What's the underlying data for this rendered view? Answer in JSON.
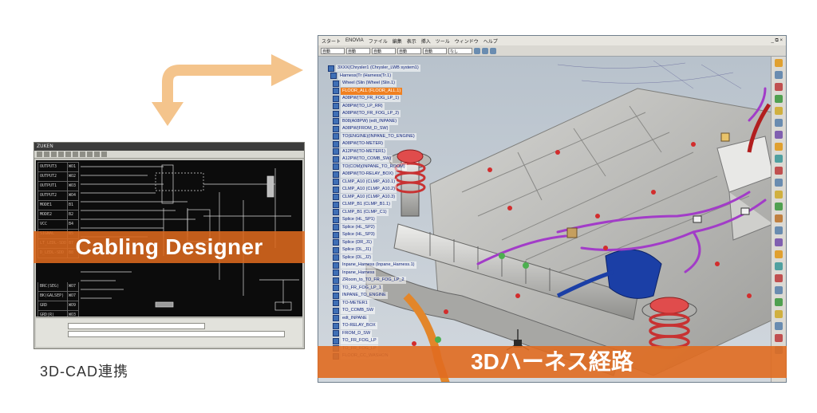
{
  "left_window": {
    "title": "ZUKEN",
    "banner": "Cabling Designer",
    "caption": "3D-CAD連携",
    "connector_rows": [
      {
        "name": "OUTPUT3",
        "pin": "WO1"
      },
      {
        "name": "OUTPUT2",
        "pin": "WO2"
      },
      {
        "name": "OUTPUT1",
        "pin": "WO3"
      },
      {
        "name": "OUTPUT2",
        "pin": "WO4"
      },
      {
        "name": "MODE1",
        "pin": "B1"
      },
      {
        "name": "MODE2",
        "pin": "B2"
      },
      {
        "name": "VCC",
        "pin": "B4"
      },
      {
        "name": "SIGNAL",
        "pin": "B5"
      },
      {
        "name": "LT_LEDL-SDD",
        "pin": "B7"
      },
      {
        "name": "D_LEDL-SDD",
        "pin": "B8"
      },
      {
        "name": "BRC(SEG)",
        "pin": "WO7"
      },
      {
        "name": "BK(GALSEP)",
        "pin": "WO7"
      },
      {
        "name": "GRD",
        "pin": "WO9"
      },
      {
        "name": "GRD(R)",
        "pin": "WO3"
      }
    ]
  },
  "right_window": {
    "banner": "3Dハーネス経路",
    "menu": [
      "スタート",
      "ENOVIA",
      "ファイル",
      "編集",
      "表示",
      "挿入",
      "ツール",
      "ウィンドウ",
      "ヘルプ"
    ],
    "window_controls": "_ ⧉ ×",
    "toolbar_dropdowns": [
      "自動",
      "自動",
      "自動",
      "自動",
      "自動",
      "なし"
    ],
    "tree": [
      {
        "label": "3XXX(Chrysler1 (Chrysler_LWB system1)",
        "highlight": false
      },
      {
        "label": "Harness(Tr (Harness(Tr.1)",
        "highlight": false
      },
      {
        "label": "Wheel (Slin (Wheel (Slin.1)",
        "highlight": false
      },
      {
        "label": "FLOOR_ALL (FLOOR_ALL.1)",
        "highlight": true
      },
      {
        "label": "A08PW(TO_FR_FOG_LP_1)",
        "highlight": false
      },
      {
        "label": "A08PW(TO_LP_RR)",
        "highlight": false
      },
      {
        "label": "A08PW(TO_FR_FOG_LP_2)",
        "highlight": false
      },
      {
        "label": "B08(A08PW) (edt_INPANE)",
        "highlight": false
      },
      {
        "label": "A08PW(FROM_D_SW)",
        "highlight": false
      },
      {
        "label": "TO(ENGINE)(INPANE_TO_ENGINE)",
        "highlight": false
      },
      {
        "label": "A08PW(TO-METER)",
        "highlight": false
      },
      {
        "label": "A12PW(TO-METER1)",
        "highlight": false
      },
      {
        "label": "A12PW(TO_COMB_SW)",
        "highlight": false
      },
      {
        "label": "TO(COM)(INPANE_TO_ROOM)",
        "highlight": false
      },
      {
        "label": "A08PW(TO-RELAY_BOX)",
        "highlight": false
      },
      {
        "label": "CLMP_A10 (CLMP_A10.1)",
        "highlight": false
      },
      {
        "label": "CLMP_A10 (CLMP_A10.2)",
        "highlight": false
      },
      {
        "label": "CLMP_A10 (CLMP_A10.3)",
        "highlight": false
      },
      {
        "label": "CLMP_B1 (CLMP_B1.1)",
        "highlight": false
      },
      {
        "label": "CLMP_B1 (CLMP_C1)",
        "highlight": false
      },
      {
        "label": "Splice (HL_SP1)",
        "highlight": false
      },
      {
        "label": "Splice (HL_SP2)",
        "highlight": false
      },
      {
        "label": "Splice (HL_SP3)",
        "highlight": false
      },
      {
        "label": "Splice (DR_J1)",
        "highlight": false
      },
      {
        "label": "Splice (DL_J1)",
        "highlight": false
      },
      {
        "label": "Splice (DL_J2)",
        "highlight": false
      },
      {
        "label": "Inpane_Harness (Inpane_Harness.1)",
        "highlight": false
      },
      {
        "label": "Inpane_Harness",
        "highlight": false
      },
      {
        "label": "ZRoom_to_TO_FR_FOG_LP_2",
        "highlight": false
      },
      {
        "label": "TO_FR_FOG_LP_1",
        "highlight": false
      },
      {
        "label": "INPANE_TO_ENGINE",
        "highlight": false
      },
      {
        "label": "TO-METER1",
        "highlight": false
      },
      {
        "label": "TO_COMB_SW",
        "highlight": false
      },
      {
        "label": "edt_INPANE",
        "highlight": false
      },
      {
        "label": "TO-RELAY_BOX",
        "highlight": false
      },
      {
        "label": "FROM_D_SW",
        "highlight": false
      },
      {
        "label": "TO_FR_FOG_LP",
        "highlight": false
      },
      {
        "label": "TO_FR_FOG_LP",
        "highlight": false
      },
      {
        "label": "FLOOR_CC_WASHON",
        "highlight": false
      }
    ]
  },
  "colors": {
    "banner": "#e06c20",
    "arrow": "#f4c48c",
    "wire": "#a23cc8",
    "car_body": "#b9b9b6",
    "harness_blue": "#1b3fa6",
    "viewport_bg": "#c3cad3"
  }
}
